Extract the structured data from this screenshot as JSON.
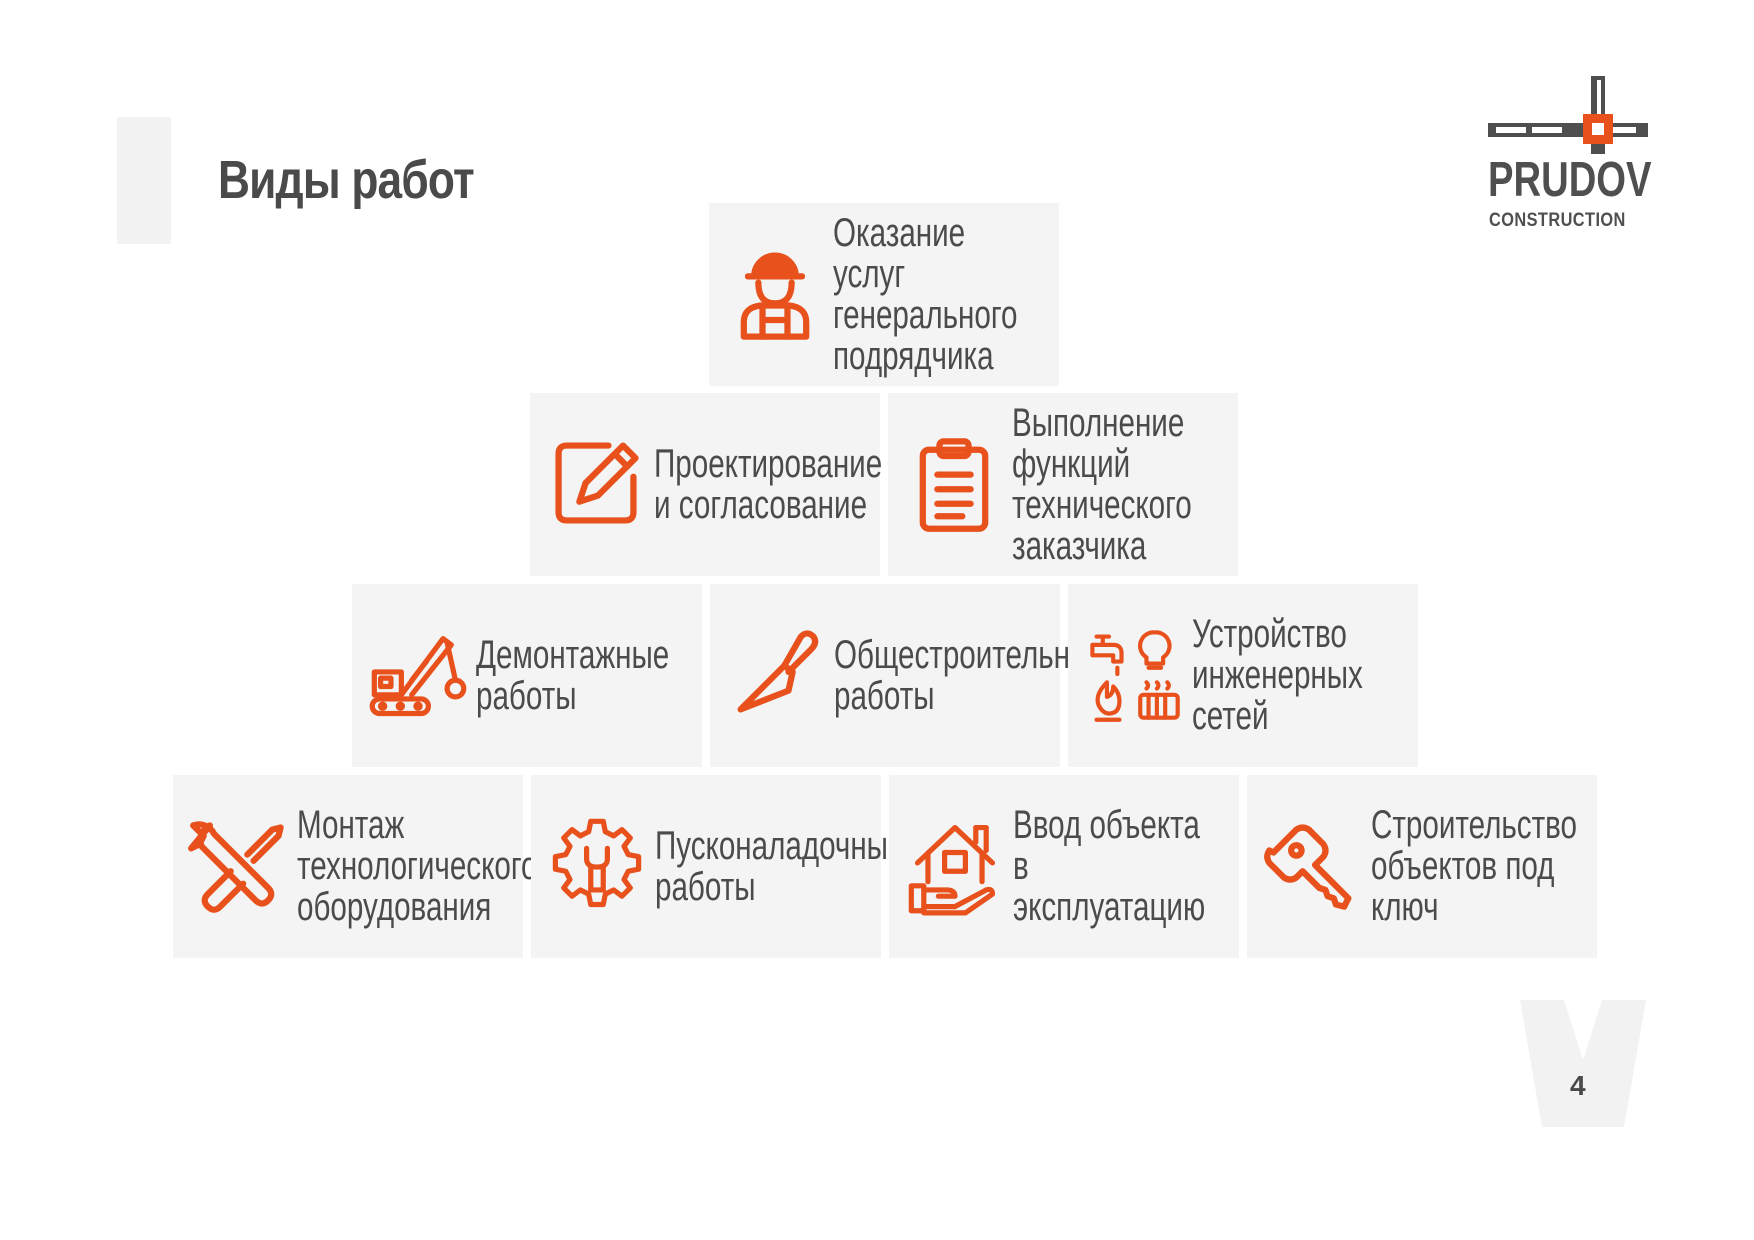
{
  "header": {
    "title": "Виды работ"
  },
  "logo": {
    "word": "PRUDOV",
    "sub": "CONSTRUCTION"
  },
  "colors": {
    "accent": "#e8501c",
    "card": "#f4f4f4",
    "text": "#4b4b4b"
  },
  "cards": [
    {
      "label": "Оказание услуг\nгенерального\nподрядчика",
      "icon": "worker-icon"
    },
    {
      "label": "Проектирование\nи согласование",
      "icon": "edit-icon"
    },
    {
      "label": "Выполнение\nфункций\nтехнического\nзаказчика",
      "icon": "clipboard-icon"
    },
    {
      "label": "Демонтажные\nработы",
      "icon": "crane-wrecking-ball-icon"
    },
    {
      "label": "Общестроительные\nработы",
      "icon": "trowel-icon"
    },
    {
      "label": "Устройство\nинженерных\nсетей",
      "icon": "utilities-icon"
    },
    {
      "label": "Монтаж\nтехнологического\nоборудования",
      "icon": "tools-icon"
    },
    {
      "label": "Пусконаладочные\nработы",
      "icon": "gear-wrench-icon"
    },
    {
      "label": "Ввод объекта\nв эксплуатацию",
      "icon": "house-hand-icon"
    },
    {
      "label": "Строительство\nобъектов под\nключ",
      "icon": "key-icon"
    }
  ],
  "page": {
    "number": "4"
  }
}
